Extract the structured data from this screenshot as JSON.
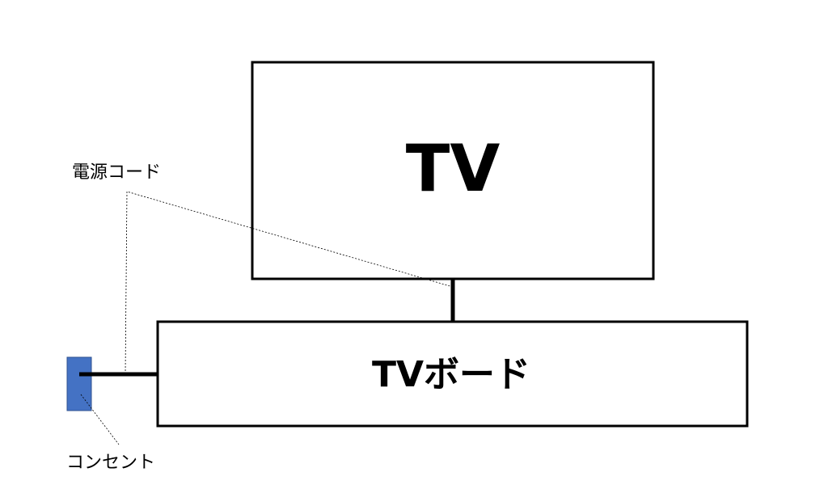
{
  "diagram": {
    "tv_label": "TV",
    "board_label": "TVボード",
    "cord_label": "電源コード",
    "outlet_label": "コンセント"
  },
  "colors": {
    "outlet_fill": "#4472C4",
    "outlet_stroke": "#2F528F",
    "stroke": "#000000"
  }
}
